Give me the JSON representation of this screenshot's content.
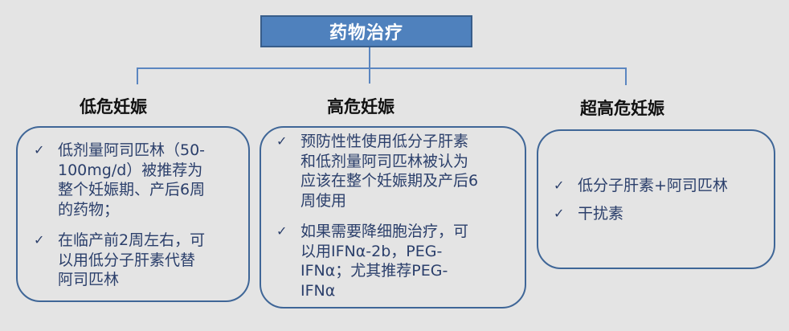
{
  "root": {
    "label": "药物治疗",
    "color": "#4f81bd"
  },
  "branches": [
    {
      "heading": "低危妊娠",
      "items": [
        {
          "icon": "checkmark-icon",
          "glyph": "✓",
          "text": "低剂量阿司匹林（50-\n100mg/d）被推荐为\n整个妊娠期、产后6周\n的药物；"
        },
        {
          "icon": "checkmark-icon",
          "glyph": "✓",
          "text": "在临产前2周左右，可\n以用低分子肝素代替\n阿司匹林"
        }
      ]
    },
    {
      "heading": "高危妊娠",
      "items": [
        {
          "icon": "checkmark-icon",
          "glyph": "✓",
          "text": "预防性性使用低分子肝素\n和低剂量阿司匹林被认为\n应该在整个妊娠期及产后6\n周使用"
        },
        {
          "icon": "checkmark-icon",
          "glyph": "✓",
          "text": "如果需要降细胞治疗，可\n以用IFNα-2b，PEG-\nIFNα；尤其推荐PEG-\nIFNα"
        }
      ]
    },
    {
      "heading": "超高危妊娠",
      "items": [
        {
          "icon": "checkmark-icon",
          "glyph": "✓",
          "text": "低分子肝素+阿司匹林"
        },
        {
          "icon": "checkmark-icon",
          "glyph": "✓",
          "text": "干扰素"
        }
      ]
    }
  ]
}
